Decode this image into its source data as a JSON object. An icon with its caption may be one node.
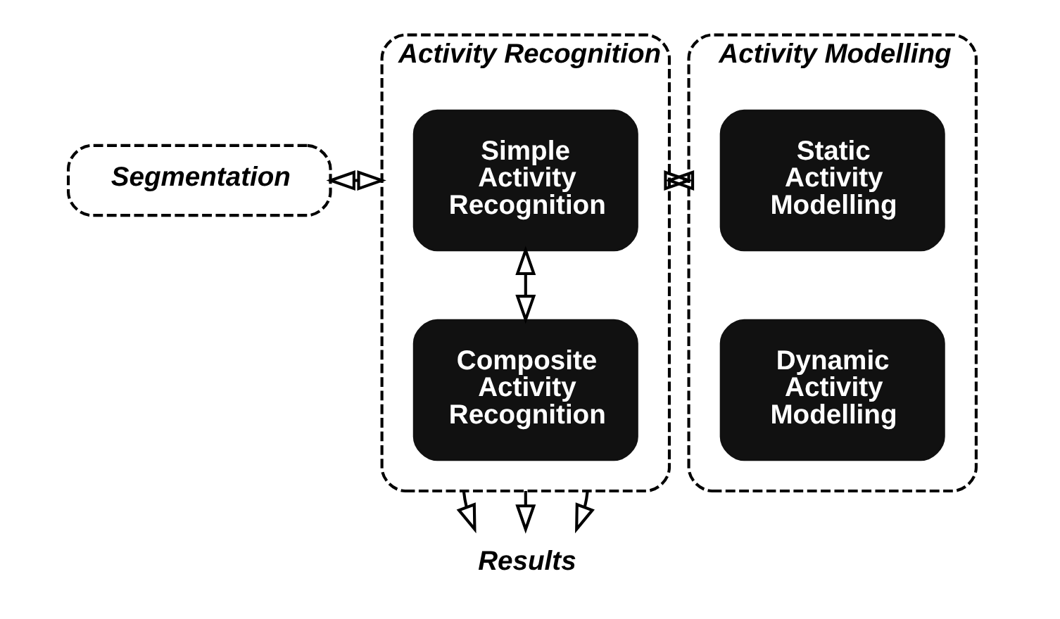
{
  "diagram": {
    "nodes": [
      {
        "text": [
          "Segmentation"
        ]
      },
      {
        "text": [
          "Activity Recognition"
        ]
      },
      {
        "text": [
          "Simple Activity Recognition"
        ],
        "in": 1
      },
      {
        "text": [
          "Composite Activity Recognition"
        ],
        "in": 1
      },
      {
        "text": [
          "Activity Modelling"
        ]
      },
      {
        "text": [
          "Static Activity Modelling"
        ],
        "in": 4
      },
      {
        "text": [
          "Dynamic Activity Modelling"
        ],
        "in": 4
      },
      {
        "text": [
          "Results"
        ]
      }
    ],
    "edges": [
      {
        "from": 0,
        "to": 1,
        "arrow": "both"
      },
      {
        "from": 2,
        "to": 3,
        "arrow": "both"
      },
      {
        "from": 1,
        "to": 4,
        "arrow": "both"
      },
      {
        "from": 1,
        "to": 7,
        "arrow": "to"
      },
      {
        "from": 1,
        "to": 7,
        "arrow": "to"
      },
      {
        "from": 1,
        "to": 7,
        "arrow": "to"
      }
    ]
  }
}
